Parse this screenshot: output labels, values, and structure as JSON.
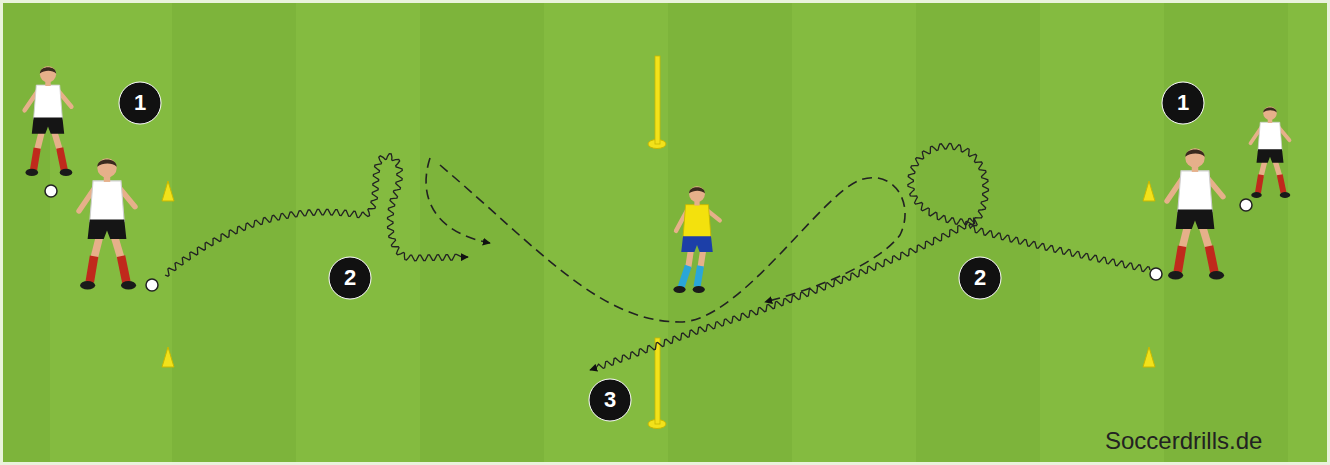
{
  "diagram": {
    "nodes": [
      {
        "text": [
          "1"
        ]
      },
      {
        "text": [
          "1"
        ]
      },
      {
        "text": [
          "2"
        ]
      },
      {
        "text": [
          "2"
        ]
      },
      {
        "text": [
          "3"
        ]
      }
    ],
    "labels": [
      "Soccerdrills.de"
    ]
  }
}
